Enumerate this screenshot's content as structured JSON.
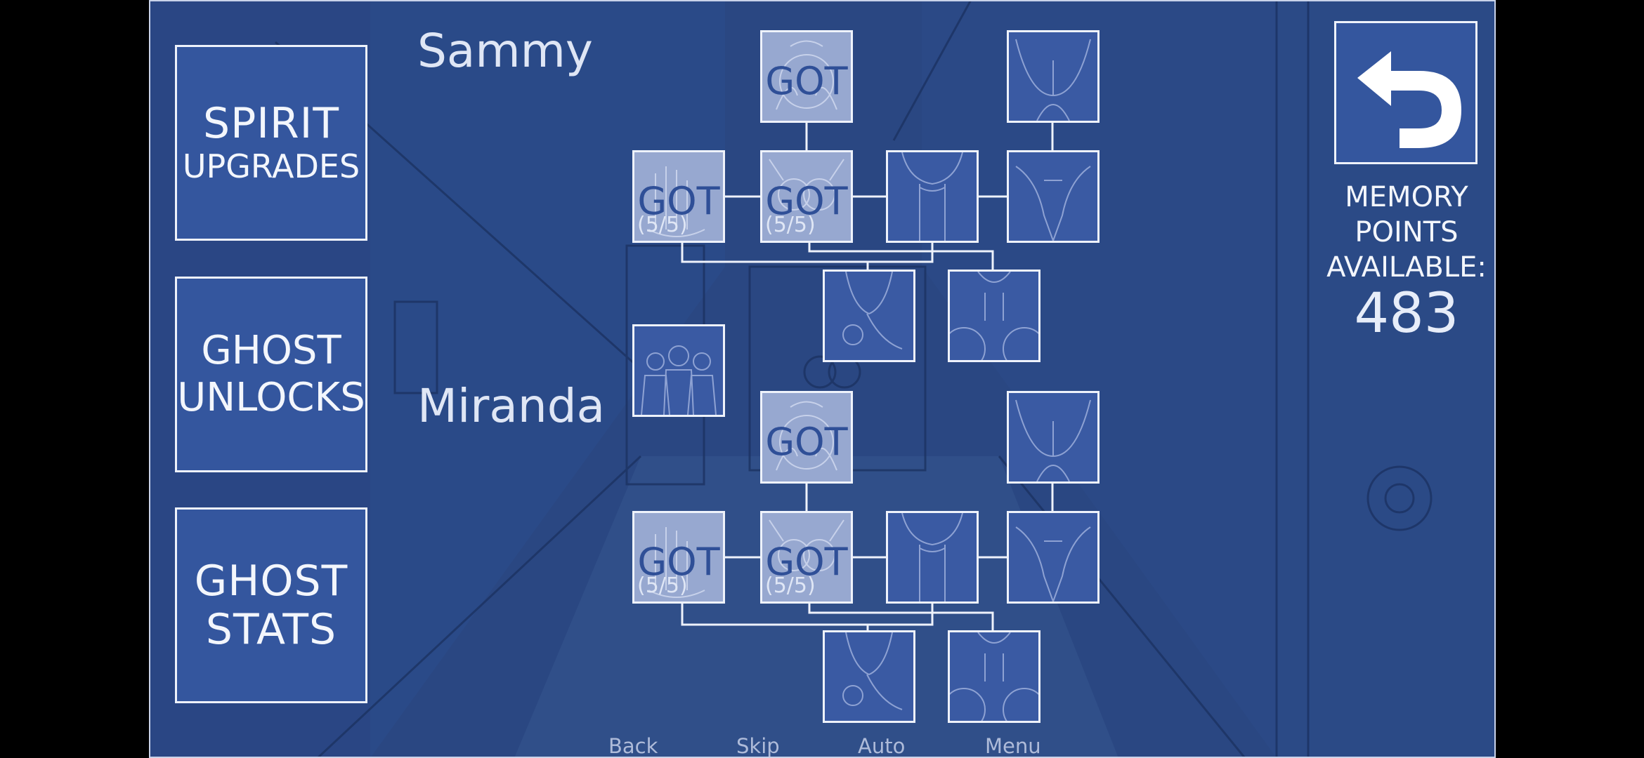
{
  "left_menu": {
    "spirit_upgrades": {
      "line1": "SPIRIT",
      "line2": "UPGRADES"
    },
    "ghost_unlocks": {
      "line1": "GHOST",
      "line2": "UNLOCKS"
    },
    "ghost_stats": {
      "line1": "GHOST",
      "line2": "STATS"
    }
  },
  "ghosts": [
    {
      "name": "Sammy",
      "got_label": "GOT",
      "count_label": "(5/5)"
    },
    {
      "name": "Miranda",
      "got_label": "GOT",
      "count_label": "(5/5)"
    }
  ],
  "memory_points": {
    "line1": "MEMORY",
    "line2": "POINTS",
    "line3": "AVAILABLE:",
    "value": "483"
  },
  "quick_menu": {
    "back": "Back",
    "skip": "Skip",
    "auto": "Auto",
    "menu": "Menu"
  },
  "icons": {
    "back": "undo-arrow-icon"
  },
  "colors": {
    "panel": "#34569e",
    "tile_unlocked": "#97a8d0",
    "tile_locked": "#3a5aa3",
    "border": "#eef2fb"
  }
}
